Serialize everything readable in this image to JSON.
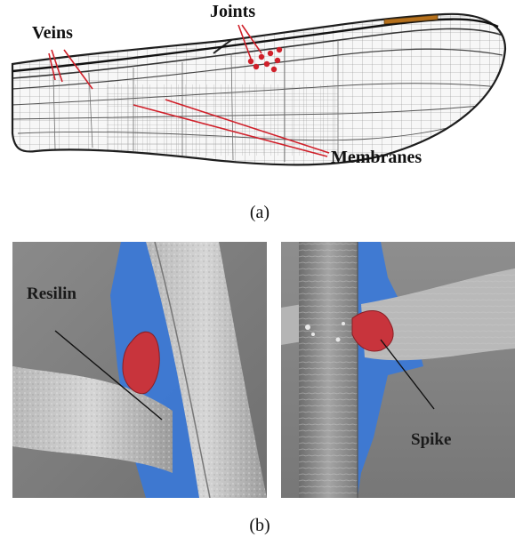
{
  "panel_a": {
    "labels": {
      "veins": "Veins",
      "joints": "Joints",
      "membranes": "Membranes"
    },
    "caption": "(a)"
  },
  "panel_b": {
    "left": {
      "label": "Resilin"
    },
    "right": {
      "label": "Spike"
    },
    "caption": "(b)"
  },
  "colors": {
    "annotation_red": "#d0202a",
    "resilin_blue": "#3a78d8",
    "spike_red": "#c8343c",
    "sem_gray": "#9a9a9a",
    "pterostigma": "#b5701c"
  }
}
